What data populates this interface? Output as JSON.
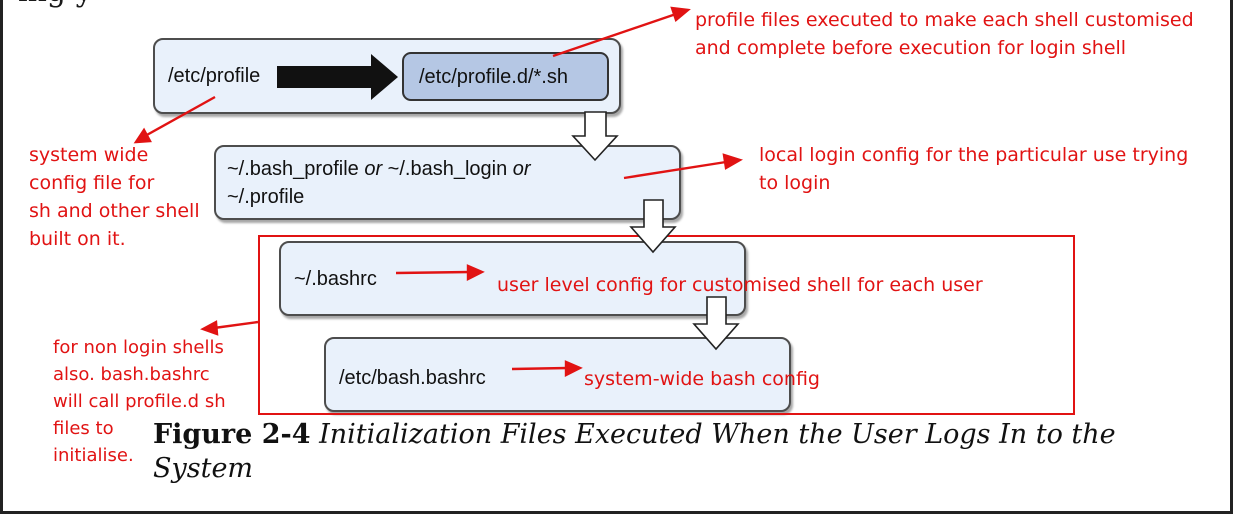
{
  "heading_fragment": "ing        y",
  "boxes": {
    "etc_profile": "/etc/profile",
    "profile_d": "/etc/profile.d/*.sh",
    "bash_profile": {
      "part1": "~/.bash_profile ",
      "or1": "or",
      "part2": " ~/.bash_login ",
      "or2": "or",
      "line2": "~/.profile"
    },
    "bashrc": "~/.bashrc",
    "etc_bashrc": "/etc/bash.bashrc"
  },
  "annotations": {
    "profile_files": [
      "profile files executed to make each shell customised",
      "and complete before execution for login shell"
    ],
    "system_wide": [
      "system wide",
      "config file for",
      "sh and other shell",
      "built on it."
    ],
    "local_login": [
      "local login config for the particular use trying",
      "to login"
    ],
    "user_level": "user level config for customised shell for each user",
    "system_bash": "system-wide bash config",
    "non_login": [
      "for non login shells",
      "also. bash.bashrc",
      "will call profile.d sh",
      "files to",
      "initialise."
    ]
  },
  "caption": {
    "label": "Figure 2-4",
    "text_line1": " Initialization Files Executed When the User Logs In to the",
    "text_line2": "System"
  },
  "colors": {
    "annotation": "#e11313",
    "box_fill": "#e9f1fb",
    "inner_box_fill": "#b5c7e4"
  }
}
